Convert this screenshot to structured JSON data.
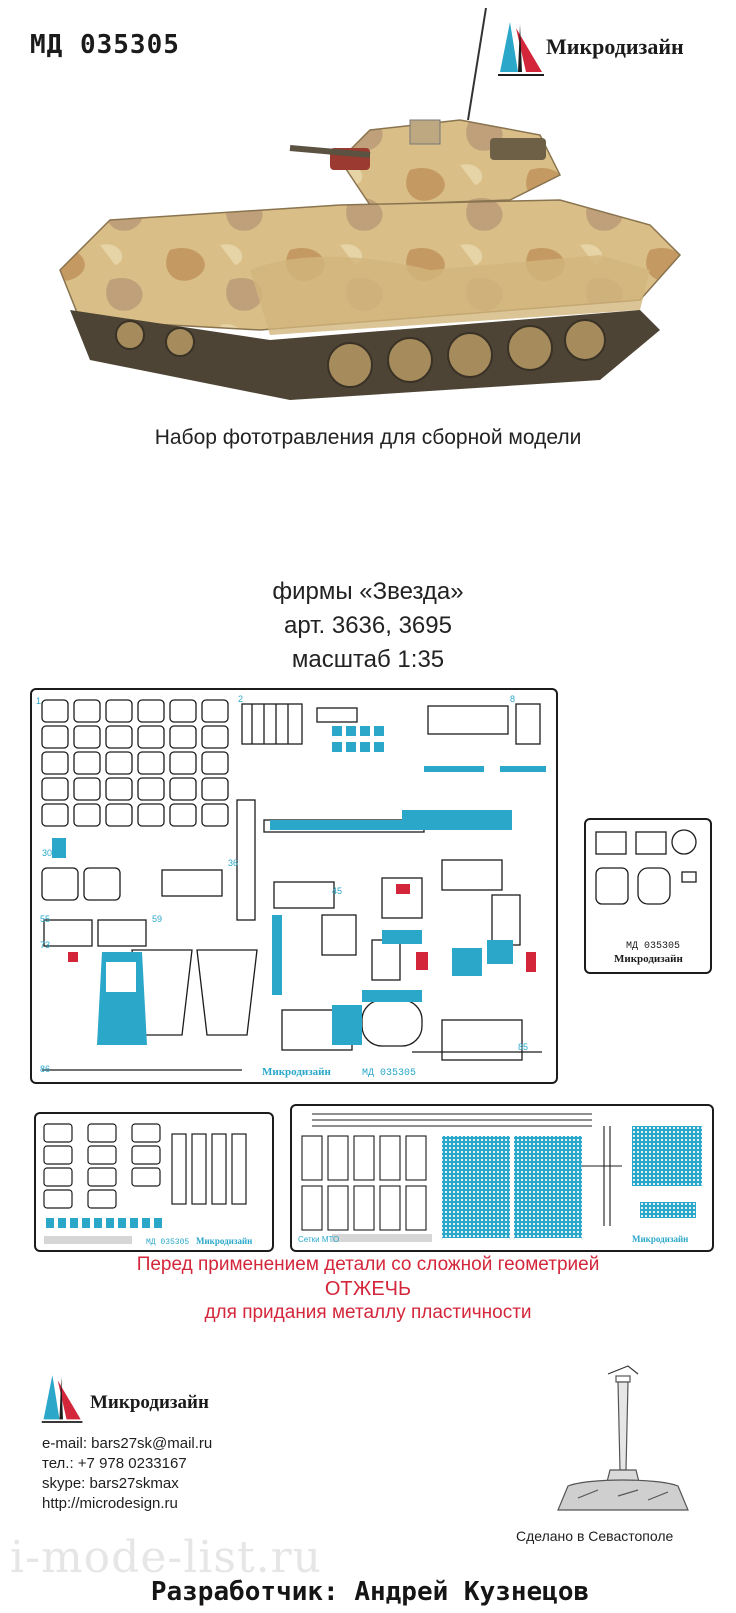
{
  "header": {
    "code": "МД 035305",
    "brand": "Микродизайн"
  },
  "product": {
    "subtitle": "Набор фототравления для сборной модели",
    "manufacturer": "фирмы «Звезда»",
    "article": "арт. 3636, 3695",
    "scale": "масштаб 1:35"
  },
  "sheets": {
    "main_brand": "Микродизайн",
    "main_code": "МД 035305",
    "side_code": "МД 035305",
    "side_brand": "Микродизайн",
    "small_left_code": "МД 035305",
    "small_left_brand": "Микродизайн",
    "small_right_label": "Сетки МТО",
    "small_right_brand": "Микродизайн"
  },
  "warning": {
    "line1": "Перед применением детали со сложной геометрией",
    "line2": "ОТЖЕЧЬ",
    "line3": "для придания металлу пластичности"
  },
  "footer": {
    "brand": "Микродизайн",
    "email": "e-mail: bars27sk@mail.ru",
    "phone": "тел.: +7 978 0233167",
    "skype": "skype: bars27skmax",
    "site": "http://microdesign.ru",
    "made_in": "Сделано в Севастополе",
    "developer": "Разработчик: Андрей Кузнецов",
    "watermark": "i-mode-list.ru"
  },
  "colors": {
    "accent_red": "#d4263b",
    "etch_blue": "#2aa7c9",
    "ink": "#1c1c1c"
  }
}
